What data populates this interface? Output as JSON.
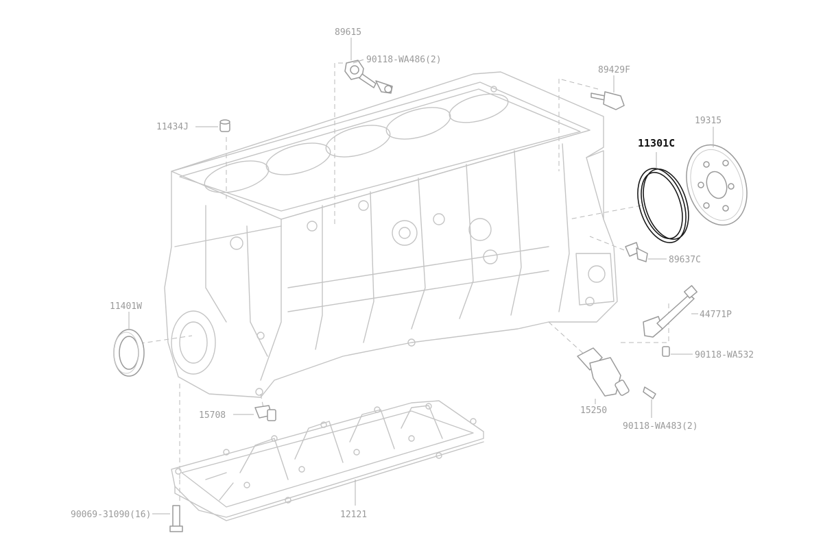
{
  "parts": {
    "p89615": "89615",
    "p90118_wa486": "90118-WA486(2)",
    "p89429f": "89429F",
    "p11434j": "11434J",
    "p19315": "19315",
    "p11301c": "11301C",
    "p89637c": "89637C",
    "p11401w": "11401W",
    "p44771p": "44771P",
    "p90118_wa532": "90118-WA532",
    "p15708": "15708",
    "p15250": "15250",
    "p90118_wa483": "90118-WA483(2)",
    "p90069_31090": "90069-31090(16)",
    "p12121": "12121"
  },
  "highlight_color": "#1a1a1a",
  "line_color": "#c4c4c4",
  "label_color": "#9a9a9a"
}
